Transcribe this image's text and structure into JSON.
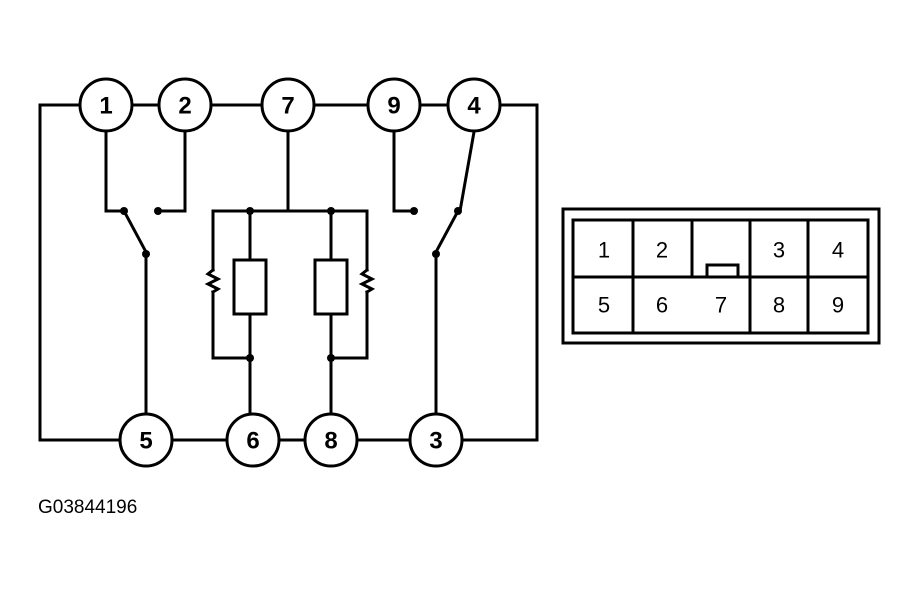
{
  "schematic": {
    "pins": {
      "p1": "1",
      "p2": "2",
      "p7": "7",
      "p9": "9",
      "p4": "4",
      "p5": "5",
      "p6": "6",
      "p8": "8",
      "p3": "3"
    }
  },
  "connector_face": {
    "cells": {
      "c1": "1",
      "c2": "2",
      "c3": "3",
      "c4": "4",
      "c5": "5",
      "c6": "6",
      "c7": "7",
      "c8": "8",
      "c9": "9"
    }
  },
  "figure_id": "G03844196"
}
